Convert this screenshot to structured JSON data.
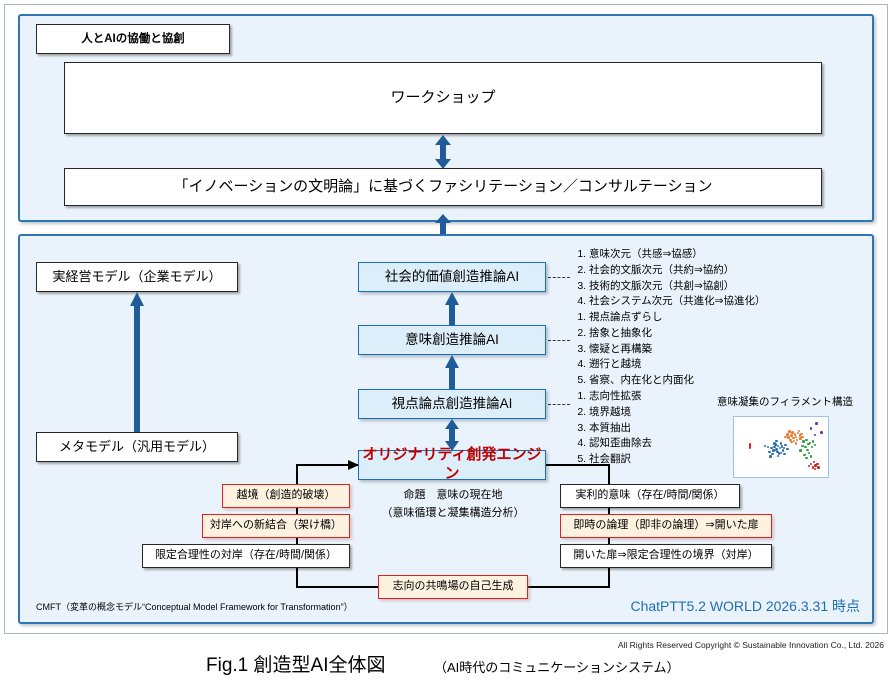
{
  "top_panel": {
    "header_badge": "人とAIの協働と協創",
    "workshop_box": "ワークショップ",
    "facilitation_box": "「イノベーションの文明論」に基づくファシリテーション／コンサルテーション"
  },
  "bottom_panel": {
    "left_models": {
      "real": "実経営モデル（企業モデル）",
      "meta": "メタモデル（汎用モデル）"
    },
    "ai_stack": [
      {
        "label": "社会的価値創造推論AI"
      },
      {
        "label": "意味創造推論AI"
      },
      {
        "label": "視点論点創造推論AI"
      }
    ],
    "engine": "オリジナリティ創発エンジン",
    "engine_note_line1": "命題　意味の現在地",
    "engine_note_line2": "（意味循環と凝集構造分析）",
    "lists": [
      {
        "items": [
          "意味次元（共感⇒協感）",
          "社会的文脈次元（共約⇒協約）",
          "技術的文脈次元（共創⇒協創）",
          "社会システム次元（共進化⇒協進化）"
        ]
      },
      {
        "items": [
          "視点論点ずらし",
          "捨象と抽象化",
          "懐疑と再構築",
          "遡行と越境",
          "省察、内在化と内面化"
        ]
      },
      {
        "items": [
          "志向性拡張",
          "境界越境",
          "本質抽出",
          "認知歪曲除去",
          "社会翻訳"
        ]
      }
    ],
    "thumbnail_caption": "意味凝集のフィラメント構造",
    "left_flow": [
      {
        "label": "越境（創造的破壊）",
        "style": "red"
      },
      {
        "label": "対岸への新結合（架け橋）",
        "style": "red"
      },
      {
        "label": "限定合理性の対岸（存在/時間/関係）",
        "style": "white"
      }
    ],
    "right_flow": [
      {
        "label": "実利的意味（存在/時間/関係）",
        "style": "white"
      },
      {
        "label": "即時の論理（即非の論理）⇒開いた扉",
        "style": "red"
      },
      {
        "label": "開いた扉⇒限定合理性の境界（対岸）",
        "style": "white"
      }
    ],
    "bottom_link": {
      "label": "志向の共鳴場の自己生成",
      "style": "red"
    },
    "footer_left": "CMFT（変革の概念モデル“Conceptual Model Framework for Transformation”）",
    "footer_right": "ChatPTT5.2 WORLD 2026.3.31 時点"
  },
  "caption": {
    "figure_title": "Fig.1 創造型AI全体図",
    "figure_subtitle": "（AI時代のコミュニケーションシステム）",
    "copyright": "All Rights Reserved Copyright ©  Sustainable Innovation Co., Ltd.  2026"
  },
  "colors": {
    "panel_border": "#2e75b6",
    "panel_fill": "#eaf3fb",
    "ai_fill": "#ddeefb",
    "ai_border": "#1f6eb5",
    "accent_red": "#e02020",
    "engine_text": "#c00000",
    "arrow_blue": "#1f5c99",
    "stamp_blue": "#1f6eb5"
  },
  "chart_data": {
    "type": "scatter",
    "title": "意味凝集のフィラメント構造",
    "xlabel": "",
    "ylabel": "",
    "grid": false,
    "legend": "none",
    "series": [
      {
        "name": "blue-cluster",
        "color": "#2f6fb5",
        "points": [
          [
            40,
            52
          ],
          [
            43,
            50
          ],
          [
            45,
            54
          ],
          [
            47,
            48
          ],
          [
            42,
            56
          ],
          [
            46,
            58
          ],
          [
            49,
            52
          ],
          [
            51,
            49
          ],
          [
            44,
            46
          ],
          [
            48,
            61
          ],
          [
            52,
            56
          ],
          [
            50,
            60
          ],
          [
            38,
            58
          ],
          [
            41,
            62
          ],
          [
            53,
            52
          ],
          [
            36,
            50
          ],
          [
            55,
            47
          ],
          [
            47,
            65
          ],
          [
            43,
            44
          ],
          [
            54,
            62
          ],
          [
            33,
            48
          ],
          [
            57,
            53
          ],
          [
            45,
            40
          ],
          [
            50,
            44
          ],
          [
            39,
            66
          ]
        ]
      },
      {
        "name": "orange-cluster",
        "color": "#ed7d31",
        "points": [
          [
            58,
            34
          ],
          [
            61,
            31
          ],
          [
            63,
            35
          ],
          [
            65,
            29
          ],
          [
            60,
            38
          ],
          [
            66,
            33
          ],
          [
            68,
            27
          ],
          [
            62,
            26
          ],
          [
            57,
            29
          ],
          [
            70,
            31
          ],
          [
            64,
            40
          ],
          [
            67,
            38
          ],
          [
            59,
            24
          ],
          [
            71,
            36
          ],
          [
            55,
            33
          ],
          [
            69,
            23
          ],
          [
            72,
            28
          ],
          [
            61,
            42
          ],
          [
            73,
            33
          ],
          [
            66,
            44
          ]
        ]
      },
      {
        "name": "green-cluster",
        "color": "#2e9e3e",
        "points": [
          [
            74,
            41
          ],
          [
            77,
            38
          ],
          [
            79,
            45
          ],
          [
            76,
            50
          ],
          [
            81,
            43
          ],
          [
            78,
            55
          ],
          [
            73,
            48
          ],
          [
            83,
            50
          ],
          [
            80,
            60
          ],
          [
            75,
            63
          ],
          [
            84,
            41
          ],
          [
            71,
            56
          ],
          [
            86,
            47
          ],
          [
            77,
            68
          ],
          [
            82,
            66
          ]
        ]
      },
      {
        "name": "red-cluster",
        "color": "#d02020",
        "points": [
          [
            82,
            78
          ],
          [
            85,
            75
          ],
          [
            87,
            81
          ],
          [
            84,
            84
          ],
          [
            89,
            78
          ],
          [
            86,
            87
          ],
          [
            80,
            82
          ],
          [
            90,
            84
          ],
          [
            17,
            46
          ],
          [
            17,
            49
          ],
          [
            17,
            52
          ]
        ]
      },
      {
        "name": "purple-outliers",
        "color": "#7030a0",
        "points": [
          [
            88,
            11
          ],
          [
            82,
            19
          ],
          [
            93,
            26
          ],
          [
            86,
            30
          ]
        ]
      }
    ]
  }
}
